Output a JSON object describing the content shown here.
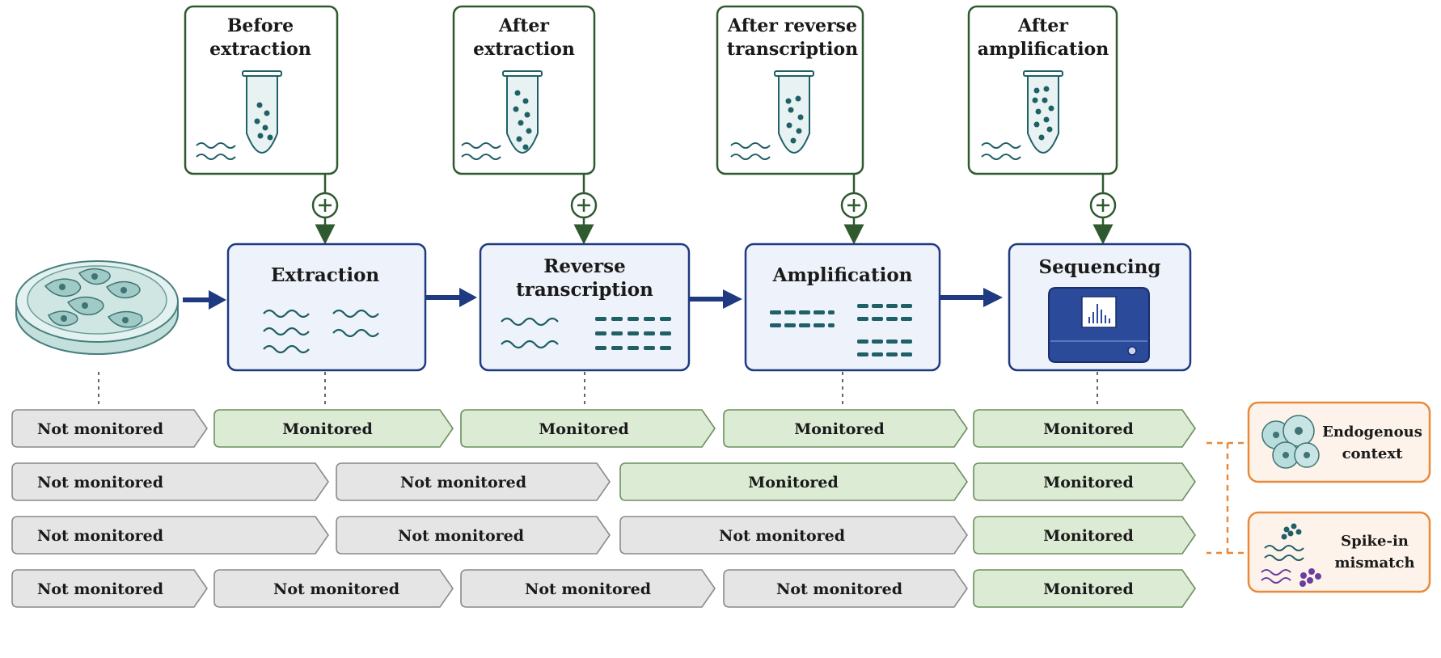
{
  "spike_ins": [
    {
      "label_line1": "Before",
      "label_line2": "extraction"
    },
    {
      "label_line1": "After",
      "label_line2": "extraction"
    },
    {
      "label_line1": "After reverse",
      "label_line2": "transcription"
    },
    {
      "label_line1": "After",
      "label_line2": "amplification"
    }
  ],
  "stages": [
    {
      "line1": "Extraction",
      "line2": ""
    },
    {
      "line1": "Reverse",
      "line2": "transcription"
    },
    {
      "line1": "Amplification",
      "line2": ""
    },
    {
      "line1": "Sequencing",
      "line2": ""
    }
  ],
  "rows": [
    [
      {
        "label": "Not monitored",
        "state": "not"
      },
      {
        "label": "Monitored",
        "state": "mon"
      },
      {
        "label": "Monitored",
        "state": "mon"
      },
      {
        "label": "Monitored",
        "state": "mon"
      },
      {
        "label": "Monitored",
        "state": "mon"
      }
    ],
    [
      {
        "label": "Not monitored",
        "state": "not"
      },
      {
        "label": "Not monitored",
        "state": "not"
      },
      {
        "label": "Monitored",
        "state": "mon"
      },
      {
        "label": "Monitored",
        "state": "mon"
      }
    ],
    [
      {
        "label": "Not monitored",
        "state": "not"
      },
      {
        "label": "Not monitored",
        "state": "not"
      },
      {
        "label": "Not monitored",
        "state": "not"
      },
      {
        "label": "Monitored",
        "state": "mon"
      }
    ],
    [
      {
        "label": "Not monitored",
        "state": "not"
      },
      {
        "label": "Not monitored",
        "state": "not"
      },
      {
        "label": "Not monitored",
        "state": "not"
      },
      {
        "label": "Not monitored",
        "state": "not"
      },
      {
        "label": "Monitored",
        "state": "mon"
      }
    ]
  ],
  "side_boxes": [
    {
      "line1": "Endogenous",
      "line2": "context",
      "icon": "cells-icon"
    },
    {
      "line1": "Spike-in",
      "line2": "mismatch",
      "icon": "mismatch-icon"
    }
  ],
  "colors": {
    "spike_border": "#2f5a2f",
    "stage_border": "#1f3a80",
    "stage_fill": "#eef3fb",
    "arrow": "#1f3a80",
    "monitored_fill": "#dcebd3",
    "monitored_border": "#6a8f5e",
    "not_fill": "#e5e5e5",
    "not_border": "#8a8a8a",
    "side_border": "#e8893b",
    "side_fill": "#fdf3ea",
    "teal": "#1f5f66",
    "purple": "#6a3fa0"
  }
}
